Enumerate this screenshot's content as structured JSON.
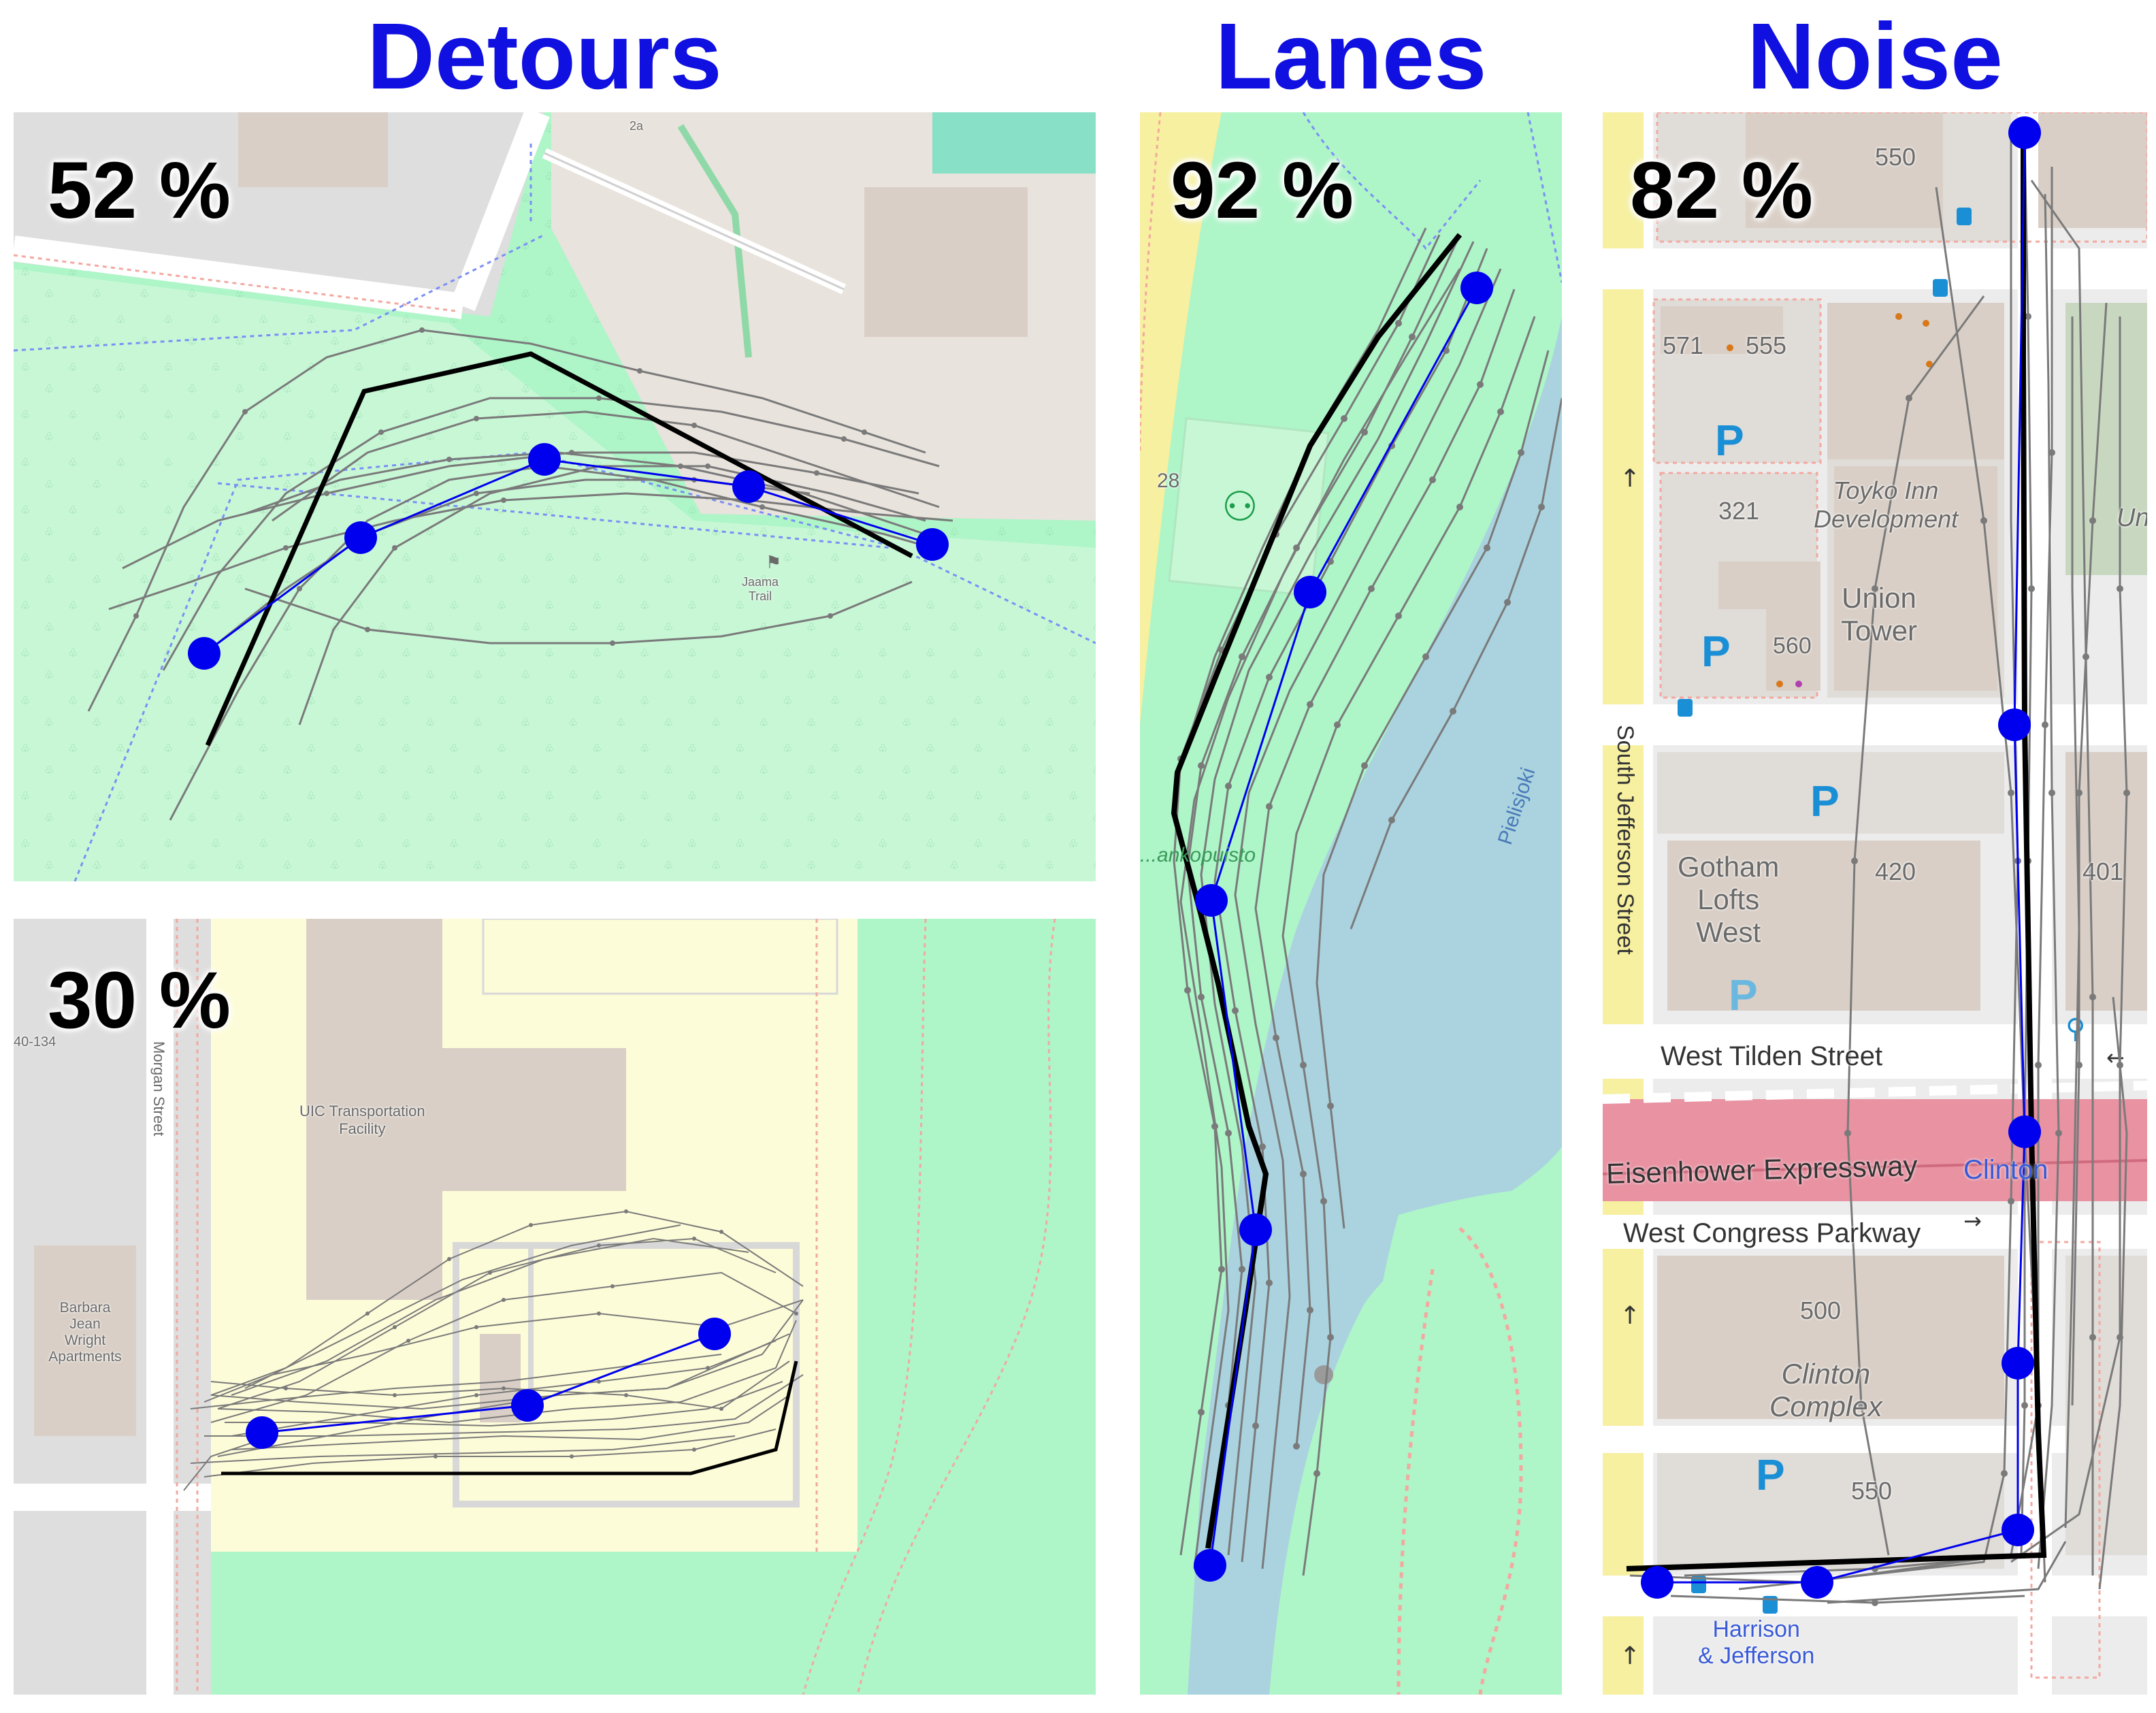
{
  "headings": {
    "detours": "Detours",
    "lanes": "Lanes",
    "noise": "Noise"
  },
  "panels": {
    "detours_top": {
      "percent": "52 %",
      "labels": {
        "trail": "Jaama\nTrail",
        "num": "2a"
      }
    },
    "detours_bottom": {
      "percent": "30 %",
      "labels": {
        "building": "UIC Transportation\nFacility",
        "street": "Morgan Street",
        "apartments": "Barbara\nJean\nWright\nApartments",
        "address": "40-134"
      }
    },
    "lanes": {
      "percent": "92 %",
      "labels": {
        "river": "Pielisjoki",
        "park": "...ankopuisto",
        "num": "28"
      }
    },
    "noise": {
      "percent": "82 %",
      "labels": {
        "n550a": "550",
        "n571": "571",
        "n555": "555",
        "n321": "321",
        "toyko": "Toyko Inn\nDevelopment",
        "union": "Union\nTower",
        "n560": "560",
        "gotham": "Gotham\nLofts\nWest",
        "n420": "420",
        "n401": "401",
        "jefferson": "South Jefferson Street",
        "tilden": "West Tilden Street",
        "eisenhower": "Eisenhower Expressway",
        "clinton_station": "Clinton",
        "congress": "West Congress Parkway",
        "n500": "500",
        "clinton_complex": "Clinton\nComplex",
        "n550b": "550",
        "harrison": "Harrison\n& Jefferson",
        "un": "Un"
      }
    }
  },
  "colors": {
    "heading": "#1010e0",
    "park": "#aef5c8",
    "campus": "#fdfcd8",
    "building": "#d9cfc6",
    "road": "#ffffff",
    "water": "#aad3df",
    "motorway": "#e892a2",
    "blue_route": "#0000ee",
    "black_route": "#000000",
    "gray_traj": "#7a7a7a"
  }
}
